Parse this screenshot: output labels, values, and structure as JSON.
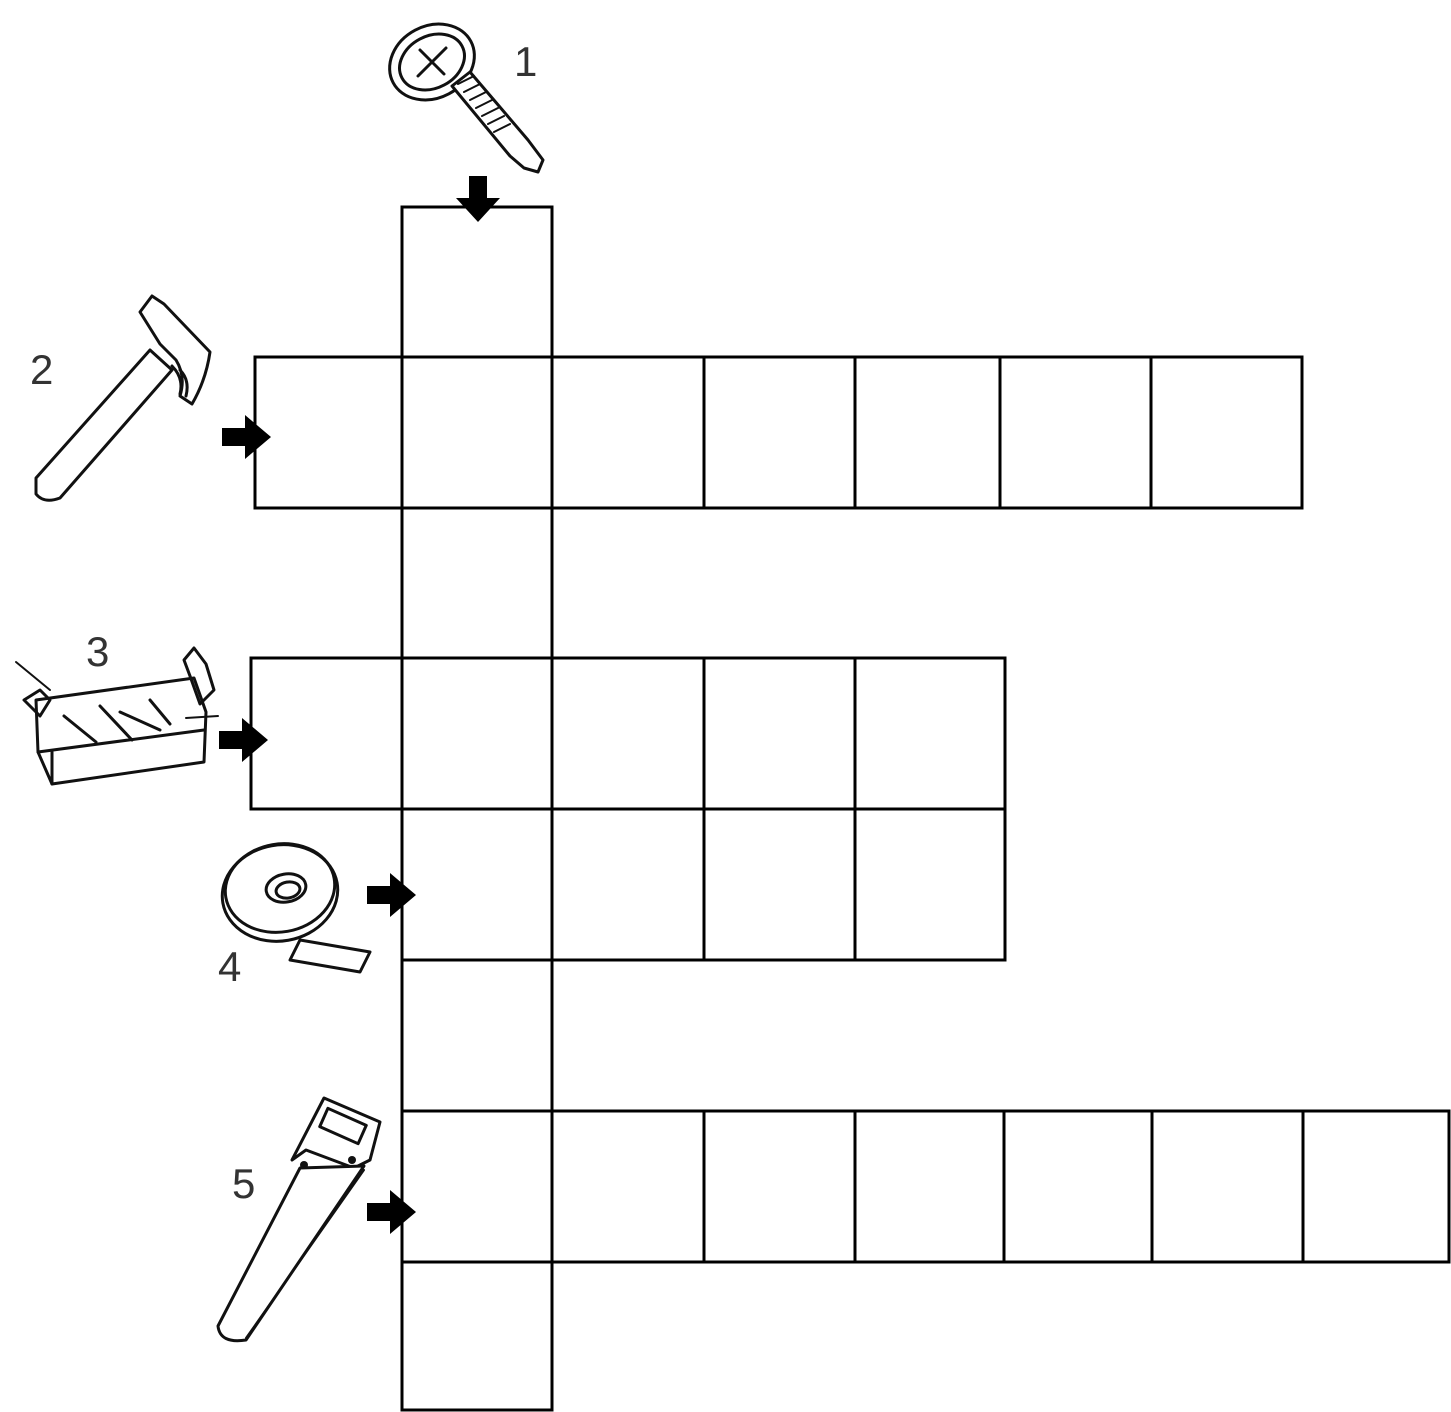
{
  "puzzle": {
    "clues": [
      {
        "number": "1",
        "icon": "screw-icon",
        "direction": "down",
        "length": 8
      },
      {
        "number": "2",
        "icon": "hammer-icon",
        "direction": "across",
        "length": 7
      },
      {
        "number": "3",
        "icon": "toolbox-icon",
        "direction": "across",
        "length": 5
      },
      {
        "number": "4",
        "icon": "tape-roll-icon",
        "direction": "across",
        "length": 4
      },
      {
        "number": "5",
        "icon": "saw-icon",
        "direction": "across",
        "length": 7
      }
    ]
  },
  "colors": {
    "grid_line": "#000000",
    "cell_fill": "#ffffff",
    "number_text": "#333333"
  }
}
